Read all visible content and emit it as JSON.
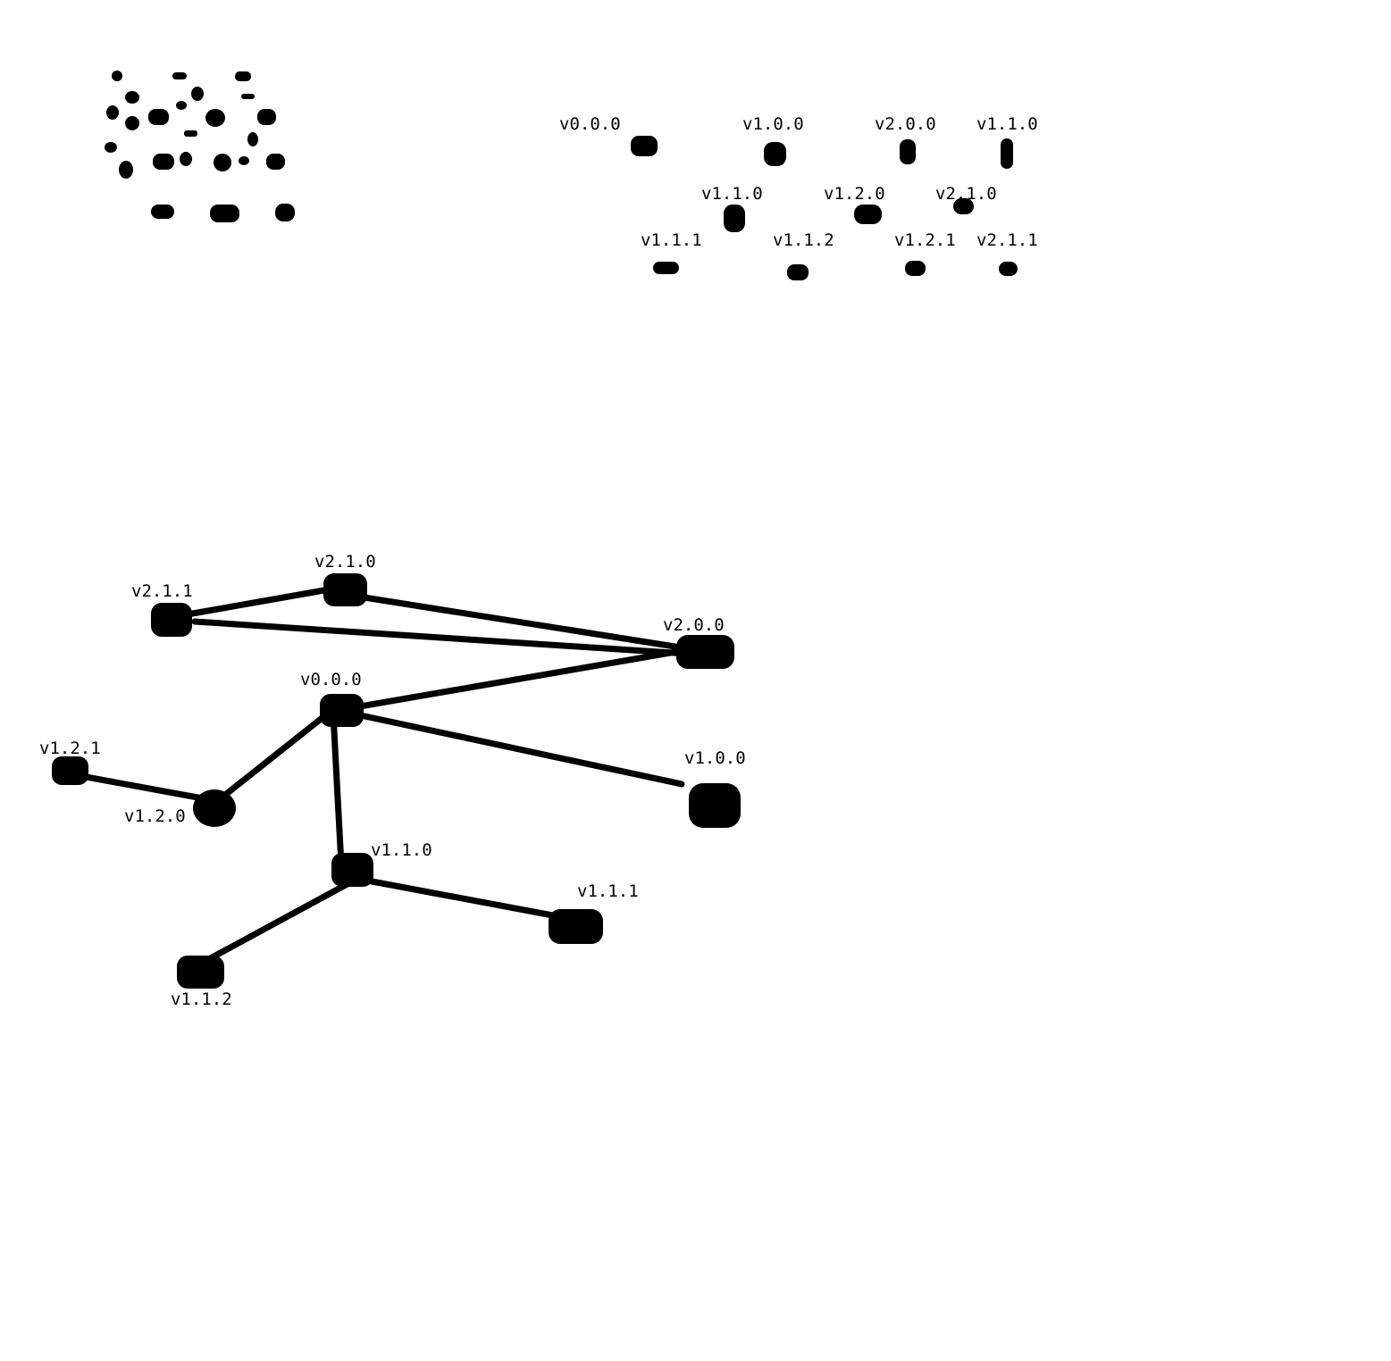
{
  "colors": {
    "ink": "#000000",
    "background": "#ffffff"
  },
  "version_list": [
    {
      "label": "v0.0.0"
    },
    {
      "label": "v1.0.0"
    },
    {
      "label": "v2.0.0"
    },
    {
      "label": "v1.1.0"
    },
    {
      "label": "v1.1.0"
    },
    {
      "label": "v1.2.0"
    },
    {
      "label": "v2.1.0"
    },
    {
      "label": "v1.1.1"
    },
    {
      "label": "v1.1.2"
    },
    {
      "label": "v1.2.1"
    },
    {
      "label": "v2.1.1"
    }
  ],
  "graph": {
    "nodes": [
      {
        "id": "v2.1.1",
        "label": "v2.1.1"
      },
      {
        "id": "v2.1.0",
        "label": "v2.1.0"
      },
      {
        "id": "v2.0.0",
        "label": "v2.0.0"
      },
      {
        "id": "v0.0.0",
        "label": "v0.0.0"
      },
      {
        "id": "v1.2.1",
        "label": "v1.2.1"
      },
      {
        "id": "v1.2.0",
        "label": "v1.2.0"
      },
      {
        "id": "v1.0.0",
        "label": "v1.0.0"
      },
      {
        "id": "v1.1.0",
        "label": "v1.1.0"
      },
      {
        "id": "v1.1.1",
        "label": "v1.1.1"
      },
      {
        "id": "v1.1.2",
        "label": "v1.1.2"
      }
    ],
    "edges": [
      [
        "v2.1.1",
        "v2.1.0"
      ],
      [
        "v2.1.0",
        "v2.0.0"
      ],
      [
        "v2.1.1",
        "v2.0.0"
      ],
      [
        "v0.0.0",
        "v2.0.0"
      ],
      [
        "v0.0.0",
        "v1.0.0"
      ],
      [
        "v0.0.0",
        "v1.2.0"
      ],
      [
        "v1.2.1",
        "v1.2.0"
      ],
      [
        "v0.0.0",
        "v1.1.0"
      ],
      [
        "v1.1.0",
        "v1.1.1"
      ],
      [
        "v1.1.0",
        "v1.1.2"
      ]
    ]
  }
}
